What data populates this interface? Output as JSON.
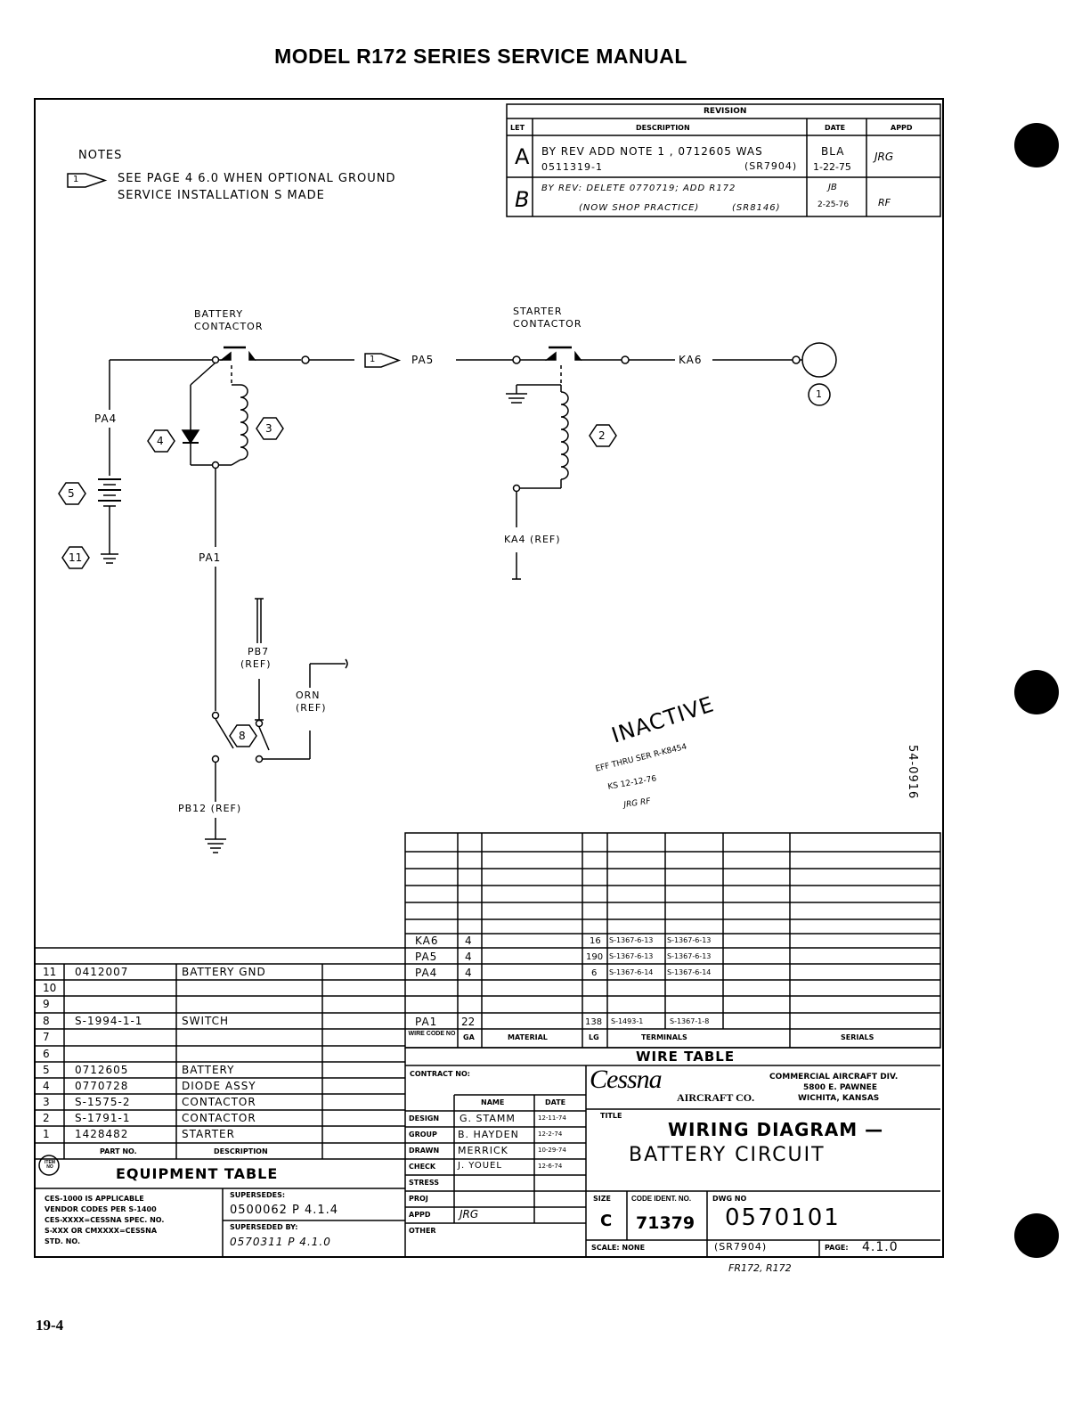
{
  "header": {
    "title": "MODEL R172 SERIES SERVICE MANUAL"
  },
  "footer": {
    "page": "19-4"
  },
  "notes": {
    "heading": "NOTES",
    "note1_line1": "SEE PAGE 4 6.0 WHEN OPTIONAL GROUND",
    "note1_line2": "SERVICE INSTALLATION S MADE",
    "marker": "1"
  },
  "revision": {
    "title": "REVISION",
    "headers": [
      "LET",
      "DESCRIPTION",
      "DATE",
      "APPD"
    ],
    "rows": [
      {
        "let": "A",
        "desc1": "BY REV ADD NOTE 1 , 0712605 WAS",
        "desc2": "0511319-1",
        "ref": "(SR7904)",
        "date1": "BLA",
        "date2": "1-22-75",
        "appd": "JRG"
      },
      {
        "let": "B",
        "desc1": "BY REV: DELETE 0770719; ADD R172",
        "desc2": "(NOW SHOP PRACTICE)",
        "ref": "(SR8146)",
        "date1": "JB",
        "date2": "2-25-76",
        "appd": "RF"
      }
    ]
  },
  "diagram": {
    "battery_contactor": [
      "BATTERY",
      "CONTACTOR"
    ],
    "starter_contactor": [
      "STARTER",
      "CONTACTOR"
    ],
    "wires": {
      "pa5": "PA5",
      "ka6": "KA6",
      "pa4": "PA4",
      "pa1": "PA1",
      "ka4": "KA4 (REF)",
      "pb7": "PB7",
      "pb7_ref": "(REF)",
      "orn": "ORN",
      "orn_ref": "(REF)",
      "pb12": "PB12 (REF)"
    },
    "callouts": [
      "1",
      "2",
      "3",
      "4",
      "5",
      "8",
      "11"
    ],
    "note_flag": "1"
  },
  "stamp": {
    "word": "INACTIVE",
    "line1": "EFF THRU SER R-K8454",
    "line2": "KS 12-12-76",
    "line3": "JRG RF"
  },
  "side_code": "54-0916",
  "wire_table": {
    "title": "WIRE TABLE",
    "headers": [
      "WIRE CODE NO",
      "GA",
      "MATERIAL",
      "LG",
      "TERMINALS",
      "SERIALS"
    ],
    "rows": [
      {
        "code": "KA6",
        "ga": "4",
        "lg": "16",
        "t1": "S-1367-6-13",
        "t2": "S-1367-6-13"
      },
      {
        "code": "PA5",
        "ga": "4",
        "lg": "190",
        "t1": "S-1367-6-13",
        "t2": "S-1367-6-13"
      },
      {
        "code": "PA4",
        "ga": "4",
        "lg": "6",
        "t1": "S-1367-6-14",
        "t2": "S-1367-6-14"
      },
      {
        "code": "PA1",
        "ga": "22",
        "lg": "138",
        "t1": "S-1493-1",
        "t2": "S-1367-1-8"
      }
    ]
  },
  "equipment_table": {
    "title": "EQUIPMENT TABLE",
    "headers": [
      "ITEM NO",
      "PART NO.",
      "DESCRIPTION"
    ],
    "rows": [
      {
        "item": "11",
        "part": "0412007",
        "desc": "BATTERY GND"
      },
      {
        "item": "10",
        "part": "",
        "desc": ""
      },
      {
        "item": "9",
        "part": "",
        "desc": ""
      },
      {
        "item": "8",
        "part": "S-1994-1-1",
        "desc": "SWITCH"
      },
      {
        "item": "7",
        "part": "",
        "desc": ""
      },
      {
        "item": "6",
        "part": "",
        "desc": ""
      },
      {
        "item": "5",
        "part": "0712605",
        "desc": "BATTERY"
      },
      {
        "item": "4",
        "part": "0770728",
        "desc": "DIODE ASSY"
      },
      {
        "item": "3",
        "part": "S-1575-2",
        "desc": "CONTACTOR"
      },
      {
        "item": "2",
        "part": "S-1791-1",
        "desc": "CONTACTOR"
      },
      {
        "item": "1",
        "part": "1428482",
        "desc": "STARTER"
      }
    ]
  },
  "spec_block": {
    "line1": "CES-1000 IS APPLICABLE",
    "line2": "VENDOR CODES PER S-1400",
    "line3": "CES-XXXX=CESSNA SPEC. NO.",
    "line4": "S-XXX OR CMXXXX=CESSNA",
    "line5": "STD. NO.",
    "supersedes_label": "SUPERSEDES:",
    "supersedes": "0500062 P 4.1.4",
    "superseded_label": "SUPERSEDED BY:",
    "superseded": "0570311 P 4.1.0"
  },
  "title_block": {
    "contract": "CONTRACT NO:",
    "name_h": "NAME",
    "date_h": "DATE",
    "roles": [
      {
        "role": "DESIGN",
        "name": "G. STAMM",
        "date": "12-11-74"
      },
      {
        "role": "GROUP",
        "name": "B. HAYDEN",
        "date": "12-2-74"
      },
      {
        "role": "DRAWN",
        "name": "MERRICK",
        "date": "10-29-74"
      },
      {
        "role": "CHECK",
        "name": "J. YOUEL",
        "date": "12-6-74"
      },
      {
        "role": "STRESS",
        "name": "",
        "date": ""
      },
      {
        "role": "PROJ",
        "name": "",
        "date": ""
      },
      {
        "role": "APPD",
        "name": "JRG",
        "date": ""
      },
      {
        "role": "OTHER",
        "name": "",
        "date": ""
      }
    ],
    "logo": "Cessna",
    "logo_suffix": "AIRCRAFT CO.",
    "company1": "COMMERCIAL AIRCRAFT DIV.",
    "company2": "5800 E. PAWNEE",
    "company3": "WICHITA, KANSAS",
    "title_label": "TITLE",
    "title1": "WIRING DIAGRAM —",
    "title2": "BATTERY CIRCUIT",
    "size_label": "SIZE",
    "size": "C",
    "code_label": "CODE IDENT. NO.",
    "code": "71379",
    "dwg_label": "DWG NO",
    "dwg": "0570101",
    "scale": "SCALE: NONE",
    "sr": "(SR7904)",
    "page_label": "PAGE:",
    "page": "4.1.0"
  },
  "below_note": "FR172, R172"
}
